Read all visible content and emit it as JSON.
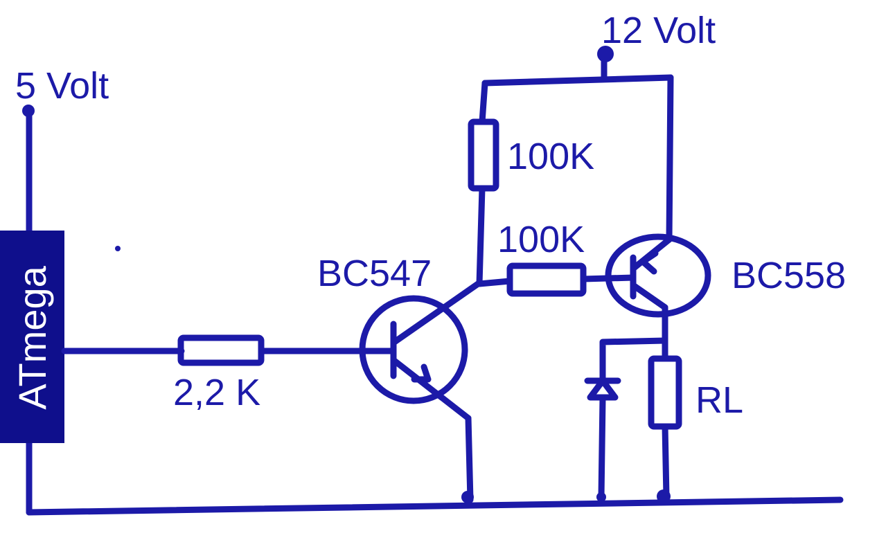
{
  "colors": {
    "ink": "#1c1aa8",
    "chip_fill": "#0f0f8c",
    "chip_text": "#ffffff",
    "background": "#ffffff"
  },
  "labels": {
    "supply_5v": "5 Volt",
    "supply_12v": "12 Volt",
    "mcu": "ATmega",
    "r_base": "2,2 K",
    "r_pullup": "100K",
    "r_series": "100K",
    "npn": "BC547",
    "pnp": "BC558",
    "load": "RL"
  }
}
